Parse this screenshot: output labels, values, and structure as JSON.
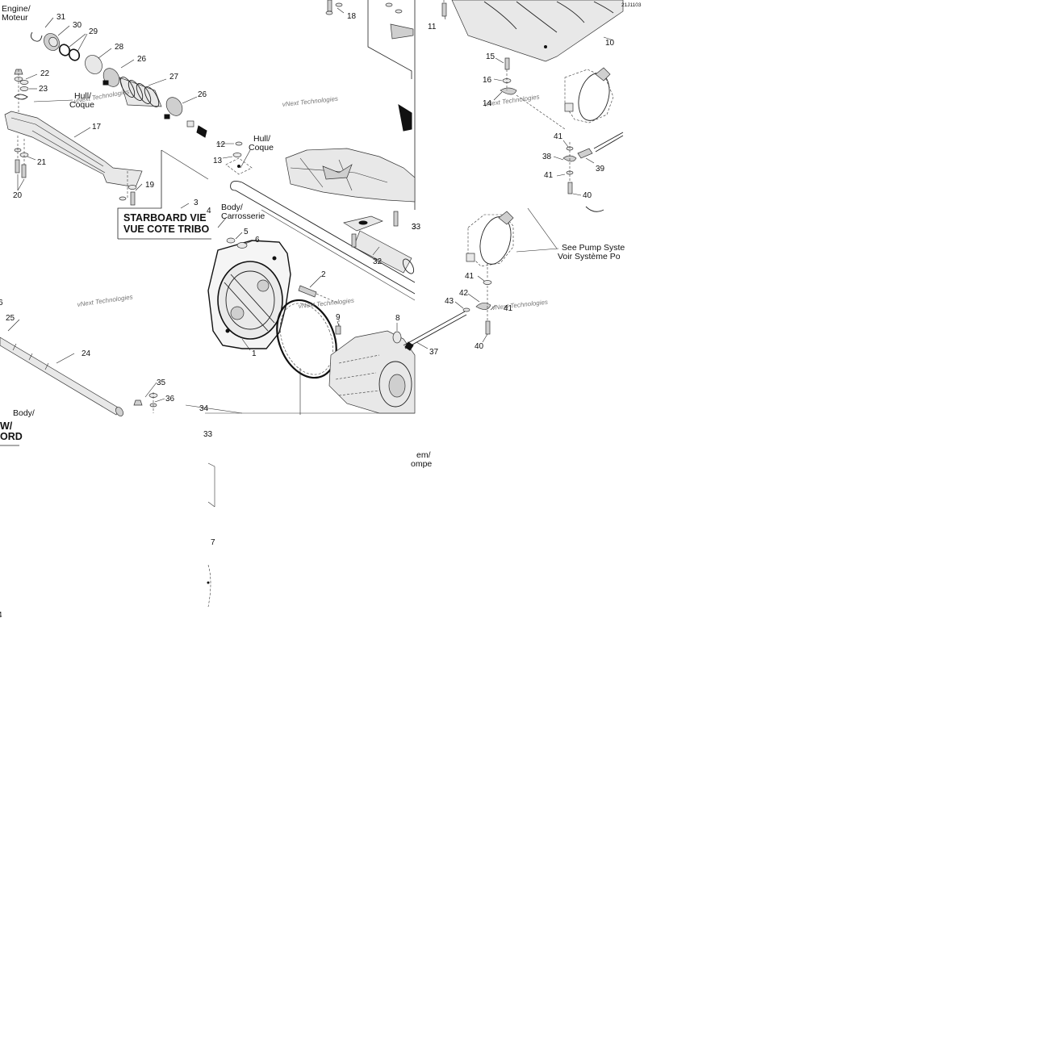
{
  "figure_code": "21J1103",
  "part_numbers": [
    "1",
    "2",
    "3",
    "4",
    "5",
    "6",
    "8",
    "9",
    "10",
    "11",
    "12",
    "13",
    "14",
    "15",
    "16",
    "17",
    "18",
    "19",
    "20",
    "21",
    "22",
    "23",
    "24",
    "25",
    "26",
    "26",
    "27",
    "28",
    "29",
    "30",
    "31",
    "32",
    "33",
    "34",
    "35",
    "36",
    "37",
    "38",
    "39",
    "40",
    "40",
    "41",
    "41",
    "41",
    "42",
    "43"
  ],
  "labels": {
    "engine": "Engine/",
    "engine_fr": "Moteur",
    "hull_a": "Hull/",
    "coque_a": "Coque",
    "hull_b": "Hull/",
    "coque_b": "Coque",
    "body_a": "Body/",
    "carrosserie": "Carrosserie",
    "body_b": "Body/",
    "starboard_en": "STARBOARD VIE",
    "starboard_fr": "VUE COTE TRIBO",
    "partial_w": "W/",
    "partial_ord": "ORD",
    "pump_en": "See Pump Syste",
    "pump_fr": "Voir Système Po",
    "stem_frag": "em/",
    "ompe_frag": "ompe"
  },
  "fragments": [
    "6",
    "3",
    "33",
    "7",
    "4"
  ],
  "watermark": "vNext Technologies"
}
